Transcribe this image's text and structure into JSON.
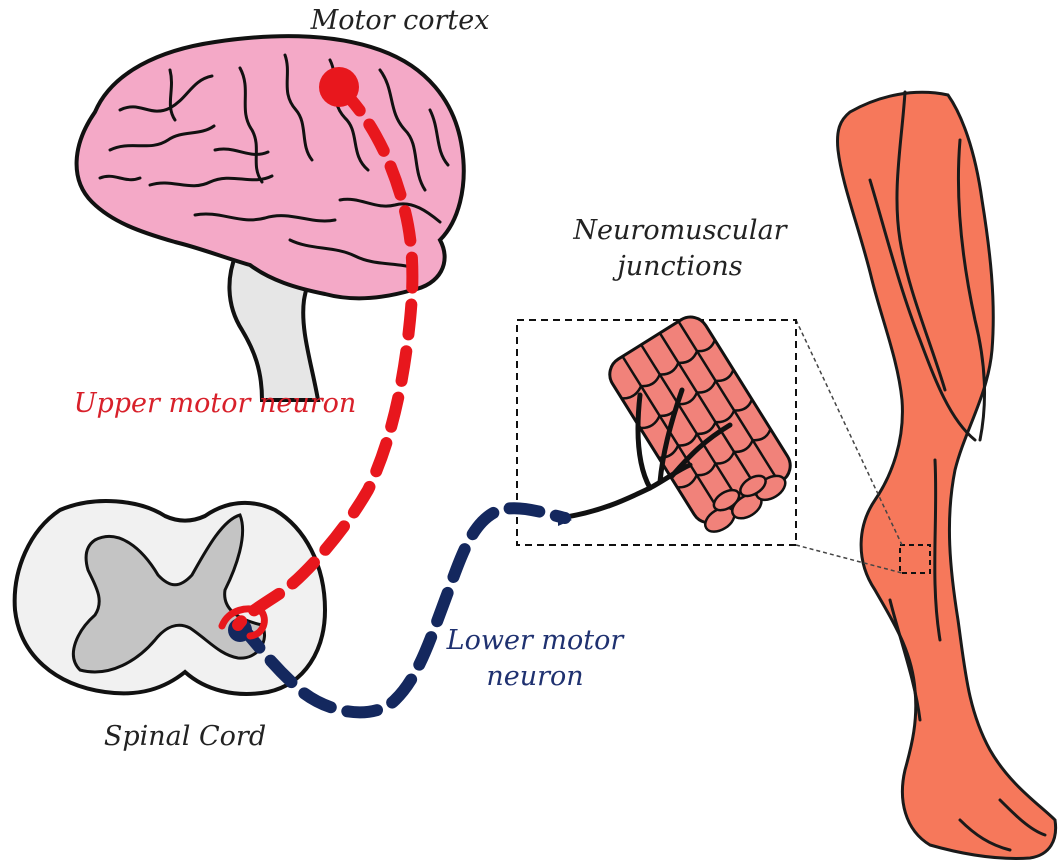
{
  "labels": {
    "motor_cortex": "Motor cortex",
    "upper_motor_neuron": "Upper motor neuron",
    "neuromuscular_junctions_line1": "Neuromuscular",
    "neuromuscular_junctions_line2": "junctions",
    "lower_motor_neuron_line1": "Lower motor",
    "lower_motor_neuron_line2": "neuron",
    "spinal_cord": "Spinal Cord"
  },
  "colors": {
    "upper_neuron": "#e8171d",
    "lower_neuron": "#14285e",
    "upper_label": "#d8202a",
    "lower_label": "#1f3170",
    "brain_fill": "#f4a9c7",
    "brainstem_fill": "#e6e6e6",
    "spinal_outer": "#f1f1f1",
    "spinal_gray": "#c4c4c4",
    "muscle_fill": "#f1827a",
    "leg_fill": "#f6785b",
    "outline": "#111111"
  },
  "icons": {
    "brain": "brain-icon",
    "spinal_cord": "spinal-cord-cross-section-icon",
    "muscle": "muscle-fiber-bundle-icon",
    "leg": "leg-icon"
  }
}
